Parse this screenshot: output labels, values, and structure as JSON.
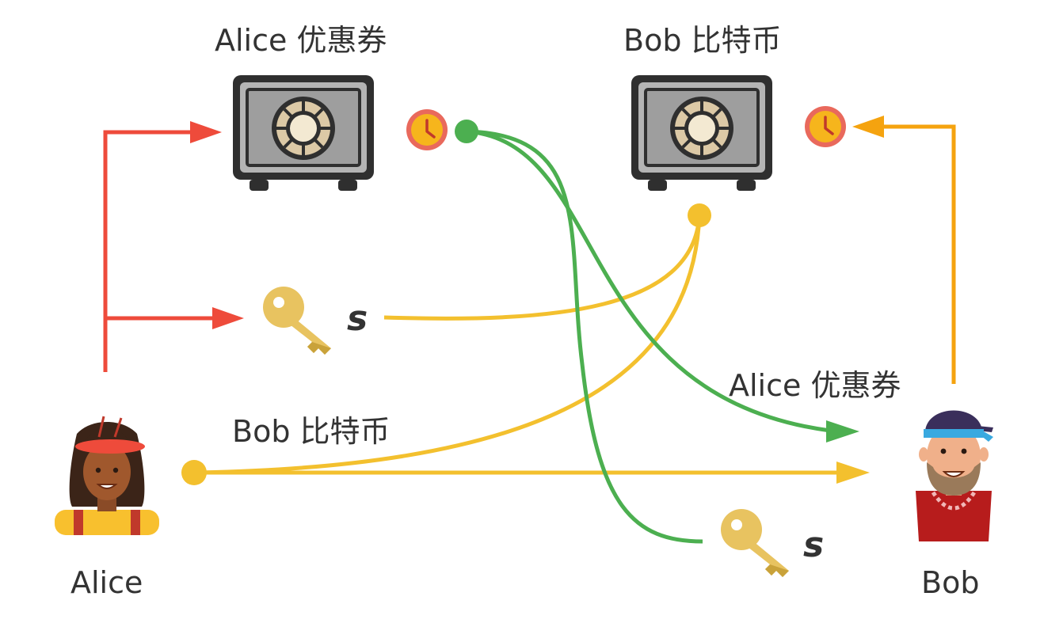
{
  "labels": {
    "vault_alice_title": "Alice 优惠券",
    "vault_bob_title": "Bob 比特币",
    "arrow_to_bob_label": "Alice 优惠券",
    "arrow_from_alice_label": "Bob 比特币",
    "secret_symbol": "s",
    "actor_alice": "Alice",
    "actor_bob": "Bob"
  },
  "colors": {
    "alice_flow": "#ee4b3b",
    "bob_flow": "#f5a30f",
    "secret_flow": "#f3c02e",
    "coupon_flow": "#4caf50",
    "timelock": "#e9695c",
    "timelock_face": "#f6b51c"
  },
  "icons": {
    "vault": "safe-icon",
    "timelock": "clock-icon",
    "secret": "key-icon",
    "actor_alice": "woman-avatar-icon",
    "actor_bob": "man-avatar-icon"
  }
}
